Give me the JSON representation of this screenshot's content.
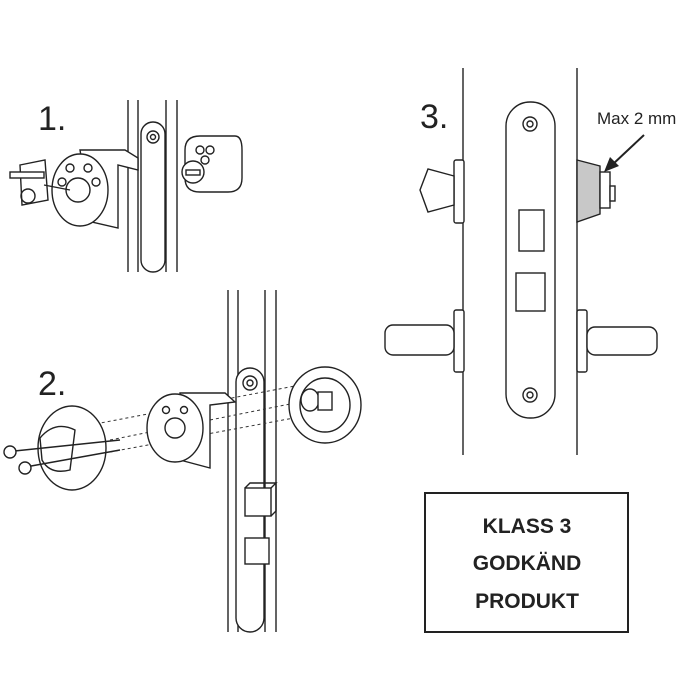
{
  "steps": {
    "step1": "1.",
    "step2": "2.",
    "step3": "3."
  },
  "annotation": {
    "max_gap": "Max 2 mm"
  },
  "certification_box": {
    "line1": "KLASS 3",
    "line2": "GODKÄND",
    "line3": "PRODUKT"
  },
  "colors": {
    "line": "#222222",
    "cylinder_fill": "#c8c8c8"
  }
}
